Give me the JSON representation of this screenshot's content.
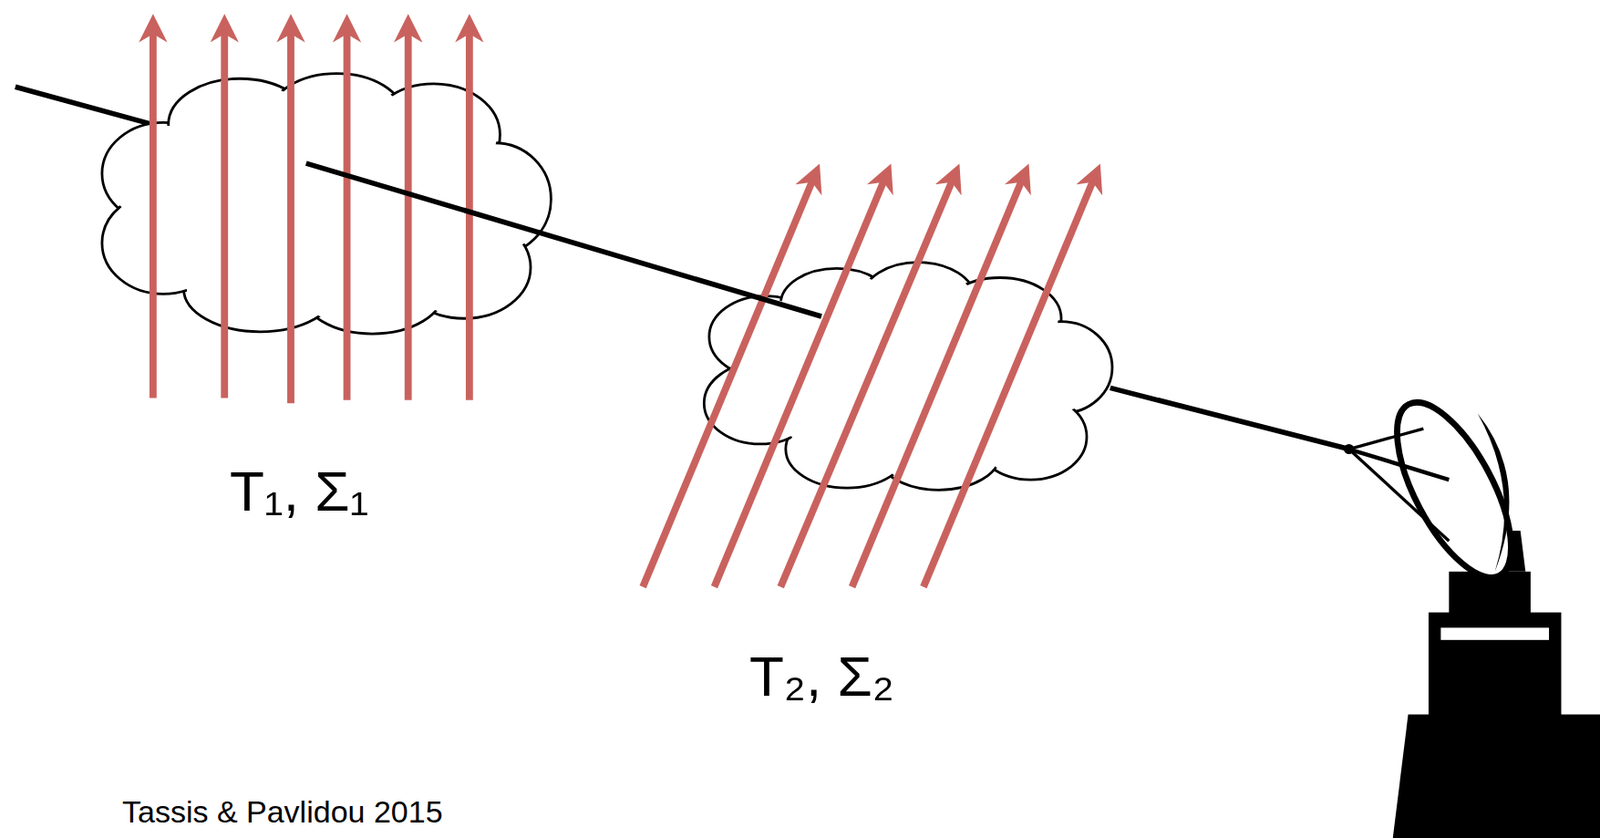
{
  "diagram": {
    "labels": [
      "T₁, Σ₁",
      "T₂, Σ₂",
      "Tassis & Pavlidou 2015"
    ]
  }
}
